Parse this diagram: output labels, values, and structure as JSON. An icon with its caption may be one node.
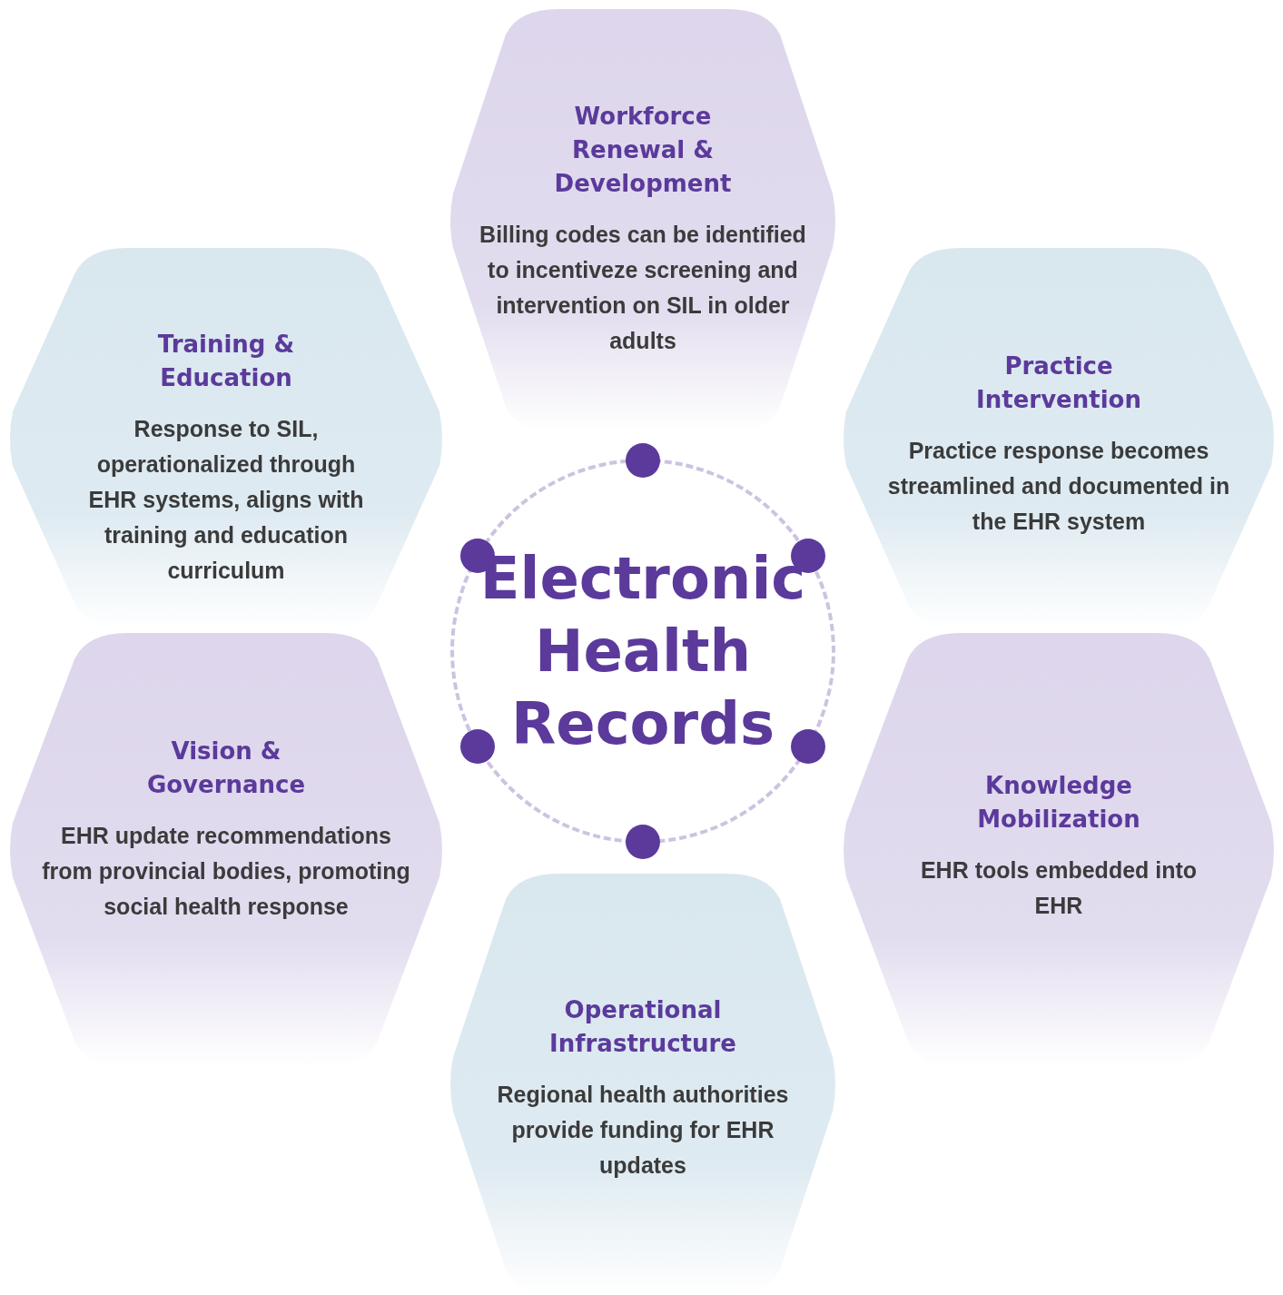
{
  "diagram": {
    "nodes": [
      {
        "text": [
          "Workforce Renewal & Development",
          "Billing codes can be identified to incentiveze screening and intervention on SIL in older adults"
        ]
      },
      {
        "text": [
          "Training & Education",
          "Response to SIL, operationalized through EHR systems, aligns with training and education curriculum"
        ]
      },
      {
        "text": [
          "Practice Intervention",
          "Practice response becomes streamlined and documented in the EHR system"
        ]
      },
      {
        "text": [
          "Electronic Health Records"
        ]
      },
      {
        "text": [
          "Vision & Governance",
          "EHR update recommendations from provincial bodies, promoting social health response"
        ]
      },
      {
        "text": [
          "Knowledge Mobilization",
          "EHR tools embedded into EHR"
        ]
      },
      {
        "text": [
          "Operational Infrastructure",
          "Regional health authorities provide funding for EHR updates"
        ]
      }
    ]
  }
}
